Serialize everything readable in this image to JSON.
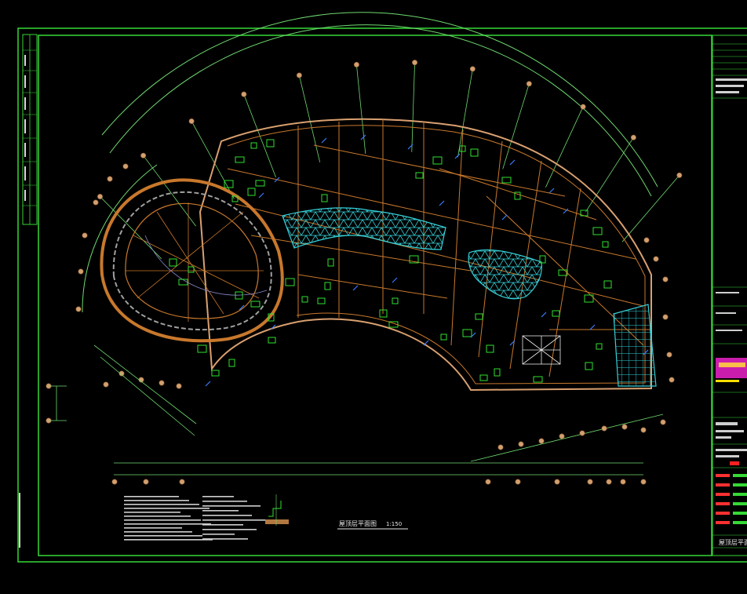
{
  "drawing": {
    "title": "屋顶层平面图",
    "scale": "1:150",
    "title_block_title": "屋顶层平面"
  },
  "colors": {
    "background": "#000000",
    "frame": "#36d936",
    "walls": "#c8782c",
    "axis": "#6fd96f",
    "glazing": "#35d0d8",
    "outline": "#d9a070",
    "text": "#e8e8e8",
    "stamp": "#e020c0"
  }
}
